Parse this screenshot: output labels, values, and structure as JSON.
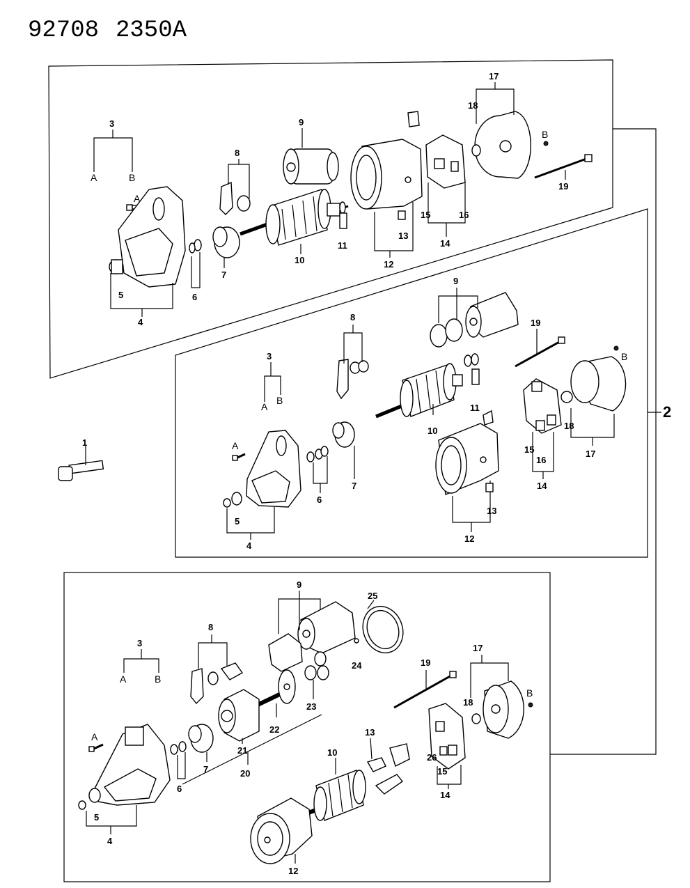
{
  "header": {
    "number_left": "92708",
    "number_right": "2350A"
  },
  "group_label": "2",
  "panels": {
    "top": {
      "labels": {
        "n3": "3",
        "a": "A",
        "b": "B",
        "a_bolt": "A",
        "n4": "4",
        "n5": "5",
        "n6": "6",
        "n7": "7",
        "n8": "8",
        "n9": "9",
        "n10": "10",
        "n11": "11",
        "n12": "12",
        "n13": "13",
        "n14": "14",
        "n15": "15",
        "n16": "16",
        "n17": "17",
        "n18": "18",
        "n19": "19",
        "b_screw": "B"
      }
    },
    "middle": {
      "labels": {
        "n3": "3",
        "a": "A",
        "b": "B",
        "a_bolt": "A",
        "n4": "4",
        "n5": "5",
        "n6": "6",
        "n7": "7",
        "n8": "8",
        "n9": "9",
        "n10": "10",
        "n11": "11",
        "n12": "12",
        "n13": "13",
        "n14": "14",
        "n15": "15",
        "n16": "16",
        "n17": "17",
        "n18": "18",
        "n19": "19",
        "b_screw": "B"
      }
    },
    "bottom": {
      "labels": {
        "n3": "3",
        "a": "A",
        "b": "B",
        "a_bolt": "A",
        "n4": "4",
        "n5": "5",
        "n6": "6",
        "n7": "7",
        "n8": "8",
        "n9": "9",
        "n10": "10",
        "n12": "12",
        "n13": "13",
        "n14": "14",
        "n15": "15",
        "n17": "17",
        "n18": "18",
        "n19": "19",
        "n20": "20",
        "n21": "21",
        "n22": "22",
        "n23": "23",
        "n24": "24",
        "n25": "25",
        "n26": "26",
        "b_screw": "B"
      }
    }
  },
  "standalone": {
    "n1": "1"
  }
}
